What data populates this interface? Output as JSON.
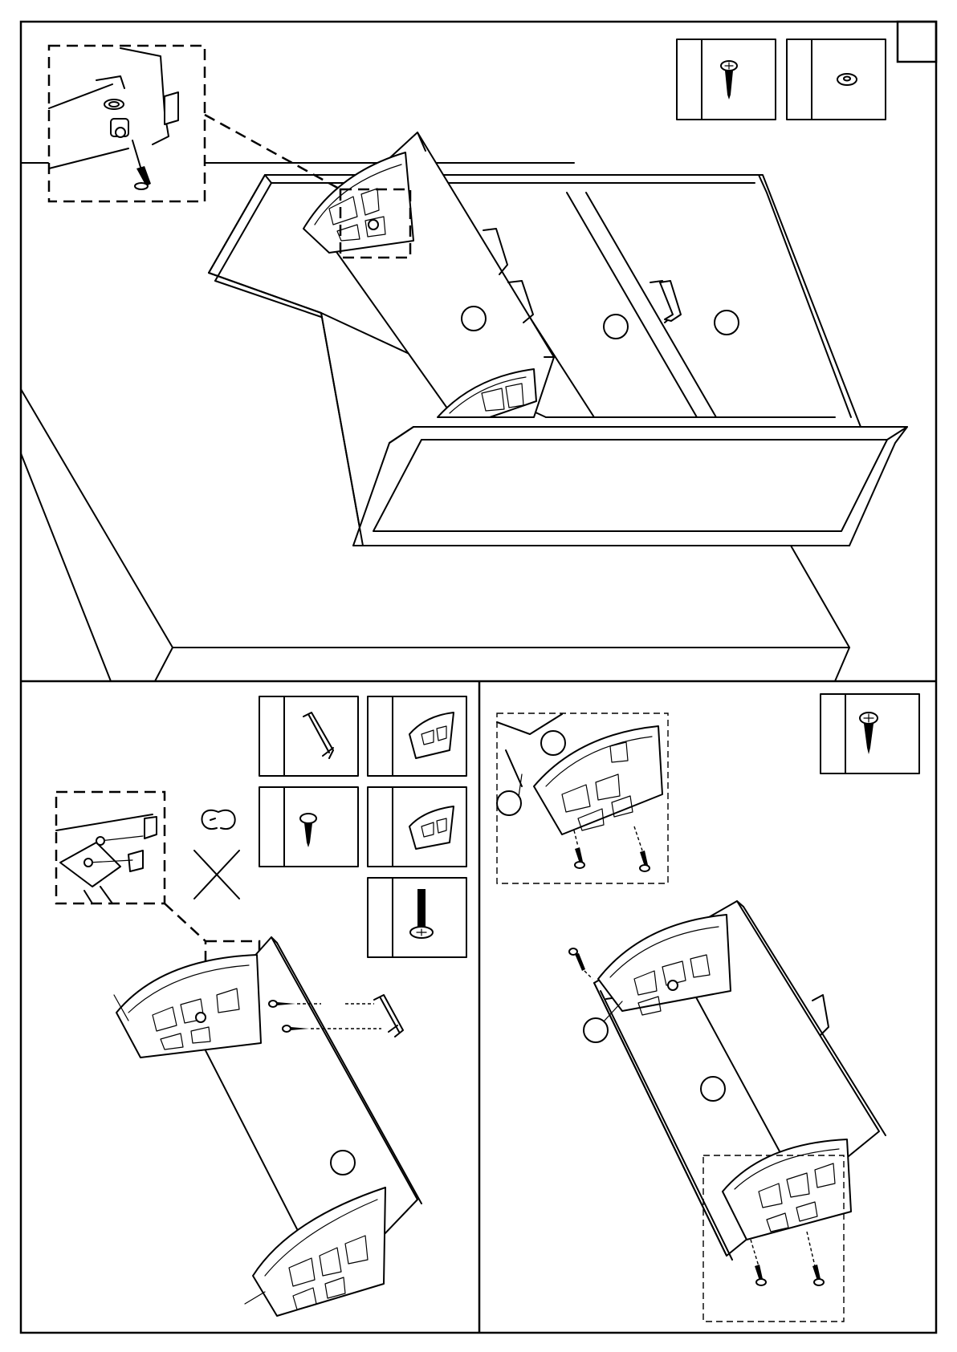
{
  "page": {
    "title": "",
    "panels": [
      {
        "id": "top",
        "callouts": [
          "",
          "",
          ""
        ]
      },
      {
        "id": "bottom-left",
        "callouts": [
          ""
        ]
      },
      {
        "id": "bottom-right",
        "callouts": [
          "",
          "",
          ""
        ]
      }
    ],
    "parts": [
      {
        "panel": "top",
        "icon": "wood-screw-icon",
        "qty": "",
        "code": ""
      },
      {
        "panel": "top",
        "icon": "washer-icon",
        "qty": "",
        "code": ""
      },
      {
        "panel": "bottom-left",
        "icon": "handle-icon",
        "qty": "",
        "code": ""
      },
      {
        "panel": "bottom-left",
        "icon": "drawer-runner-bracket-left-icon",
        "qty": "",
        "code": ""
      },
      {
        "panel": "bottom-left",
        "icon": "wood-screw-icon",
        "qty": "",
        "code": ""
      },
      {
        "panel": "bottom-left",
        "icon": "drawer-runner-bracket-right-icon",
        "qty": "",
        "code": ""
      },
      {
        "panel": "bottom-left",
        "icon": "machine-bolt-icon",
        "qty": "",
        "code": ""
      },
      {
        "panel": "bottom-right",
        "icon": "wood-screw-icon",
        "qty": "",
        "code": ""
      }
    ],
    "symbols": [
      "correct-orientation-icon",
      "incorrect-cross-icon"
    ]
  }
}
